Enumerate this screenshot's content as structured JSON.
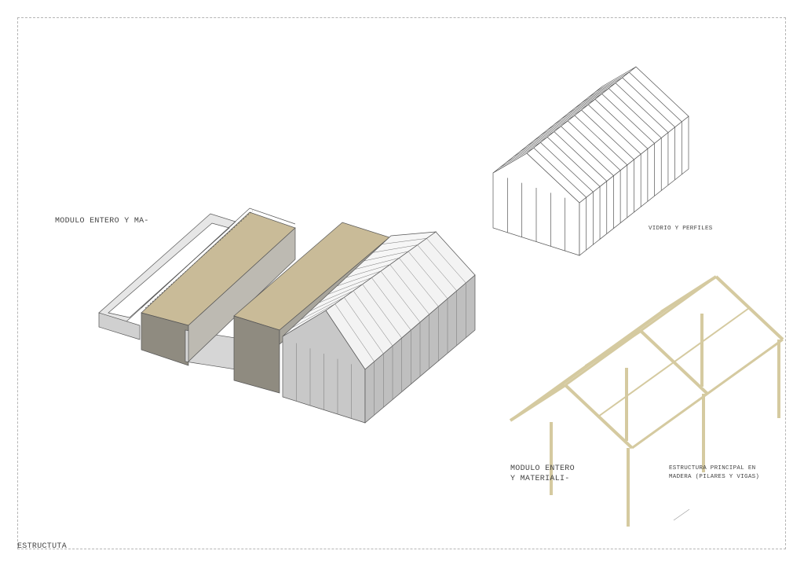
{
  "sheet_title": "ESTRUCTUTA",
  "labels": {
    "module_main": "MODULO ENTERO Y MA-",
    "glass": "VIDRIO Y PERFILES",
    "module_materials_line1": "MODULO ENTERO",
    "module_materials_line2": "Y MATERIALI-",
    "structure_line1": "ESTRUCTURA PRINCIPAL EN",
    "structure_line2": "MADERA (PILARES Y VIGAS)"
  },
  "colors": {
    "roof": "#c9bb98",
    "wall": "#8f8b80",
    "concrete": "#d6d6d6",
    "wood": "#ddd3ae",
    "line": "#555555"
  }
}
